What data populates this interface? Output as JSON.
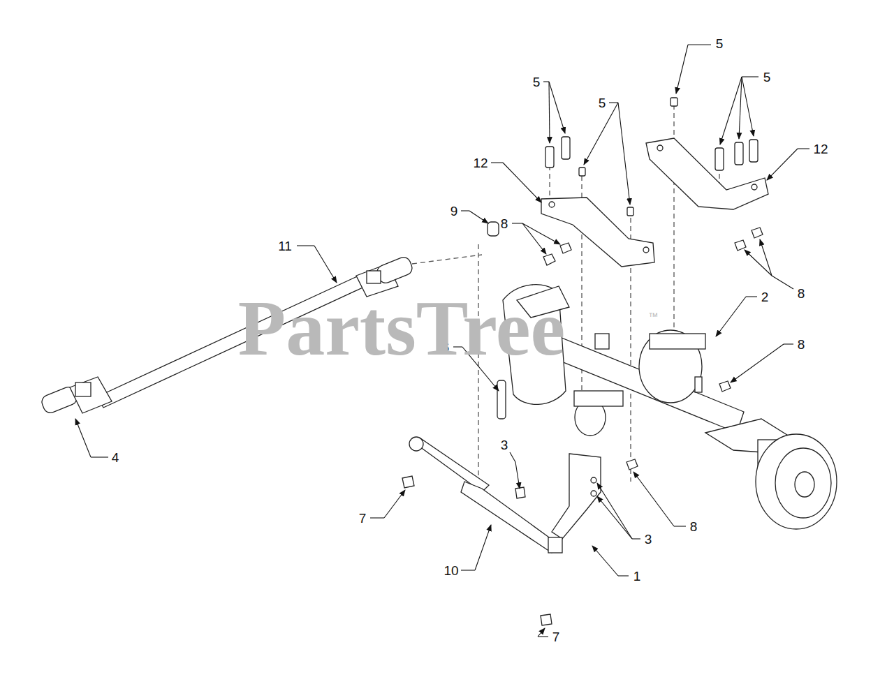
{
  "diagram": {
    "labels": [
      "5",
      "5",
      "5",
      "5",
      "12",
      "12",
      "9",
      "8",
      "11",
      "8",
      "2",
      "8",
      "6",
      "4",
      "3",
      "7",
      "3",
      "8",
      "10",
      "1",
      "7",
      "PartsTree",
      "™"
    ]
  }
}
